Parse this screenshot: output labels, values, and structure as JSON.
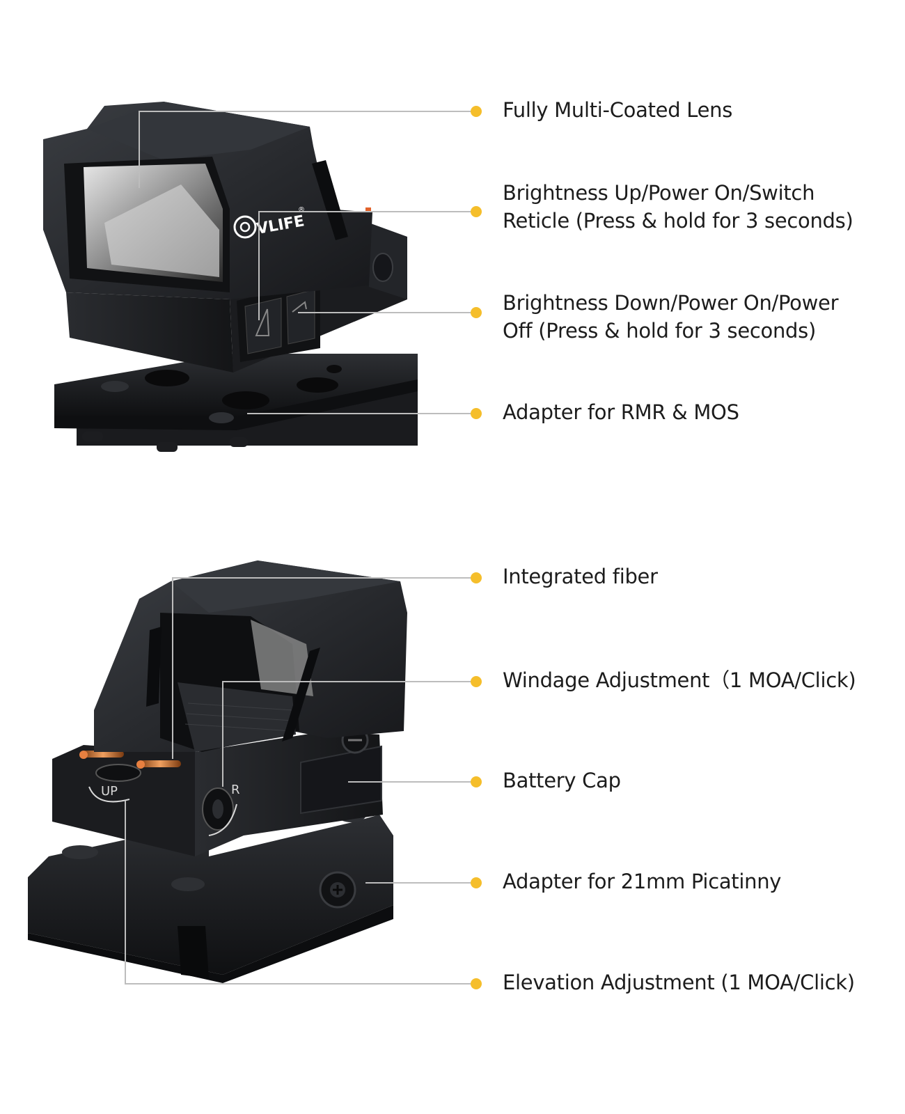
{
  "brand": {
    "logo_text": "VLIFE",
    "registered_mark": "®"
  },
  "dial_marks": {
    "up": "UP",
    "right": "R"
  },
  "colors": {
    "accent_dot": "#F5BE2B",
    "leader_line": "#bdbdbd",
    "housing": "#1d1f22",
    "label_text": "#1c1c1c"
  },
  "top_product": {
    "callouts": [
      {
        "lines": [
          "Fully Multi-Coated Lens"
        ]
      },
      {
        "lines": [
          "Brightness Up/Power On/Switch",
          "Reticle (Press & hold for 3 seconds)"
        ]
      },
      {
        "lines": [
          "Brightness Down/Power On/Power",
          "Off (Press & hold for 3 seconds)"
        ]
      },
      {
        "lines": [
          "Adapter for RMR & MOS"
        ]
      }
    ]
  },
  "bottom_product": {
    "callouts": [
      {
        "lines": [
          "Integrated fiber"
        ]
      },
      {
        "lines": [
          "Windage Adjustment（1 MOA/Click)"
        ]
      },
      {
        "lines": [
          "Battery Cap"
        ]
      },
      {
        "lines": [
          "Adapter for 21mm Picatinny"
        ]
      },
      {
        "lines": [
          "Elevation Adjustment (1 MOA/Click)"
        ]
      }
    ]
  }
}
